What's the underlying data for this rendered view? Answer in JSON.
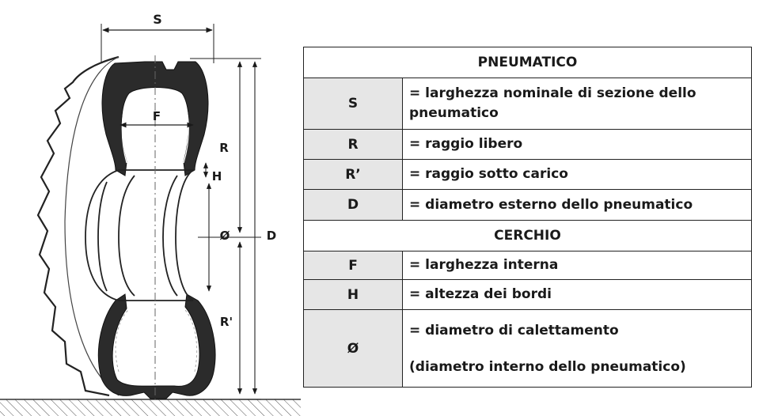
{
  "diagram": {
    "labels": {
      "s": "S",
      "f": "F",
      "r": "R",
      "h": "H",
      "d": "D",
      "oslash": "Ø",
      "r_prime": "R'"
    }
  },
  "table": {
    "section_tyre": "PNEUMATICO",
    "section_rim": "CERCHIO",
    "tyre_rows": [
      {
        "symbol": "S",
        "desc": "= larghezza nominale di sezione dello pneumatico"
      },
      {
        "symbol": "R",
        "desc": "= raggio libero"
      },
      {
        "symbol": "R’",
        "desc": "= raggio sotto carico"
      },
      {
        "symbol": "D",
        "desc": "= diametro esterno dello pneumatico"
      }
    ],
    "rim_rows": [
      {
        "symbol": "F",
        "desc": "= larghezza interna"
      },
      {
        "symbol": "H",
        "desc": "= altezza dei bordi"
      },
      {
        "symbol": "Ø",
        "desc": "= diametro di calettamento",
        "desc2": "(diametro interno dello pneumatico)"
      }
    ]
  }
}
